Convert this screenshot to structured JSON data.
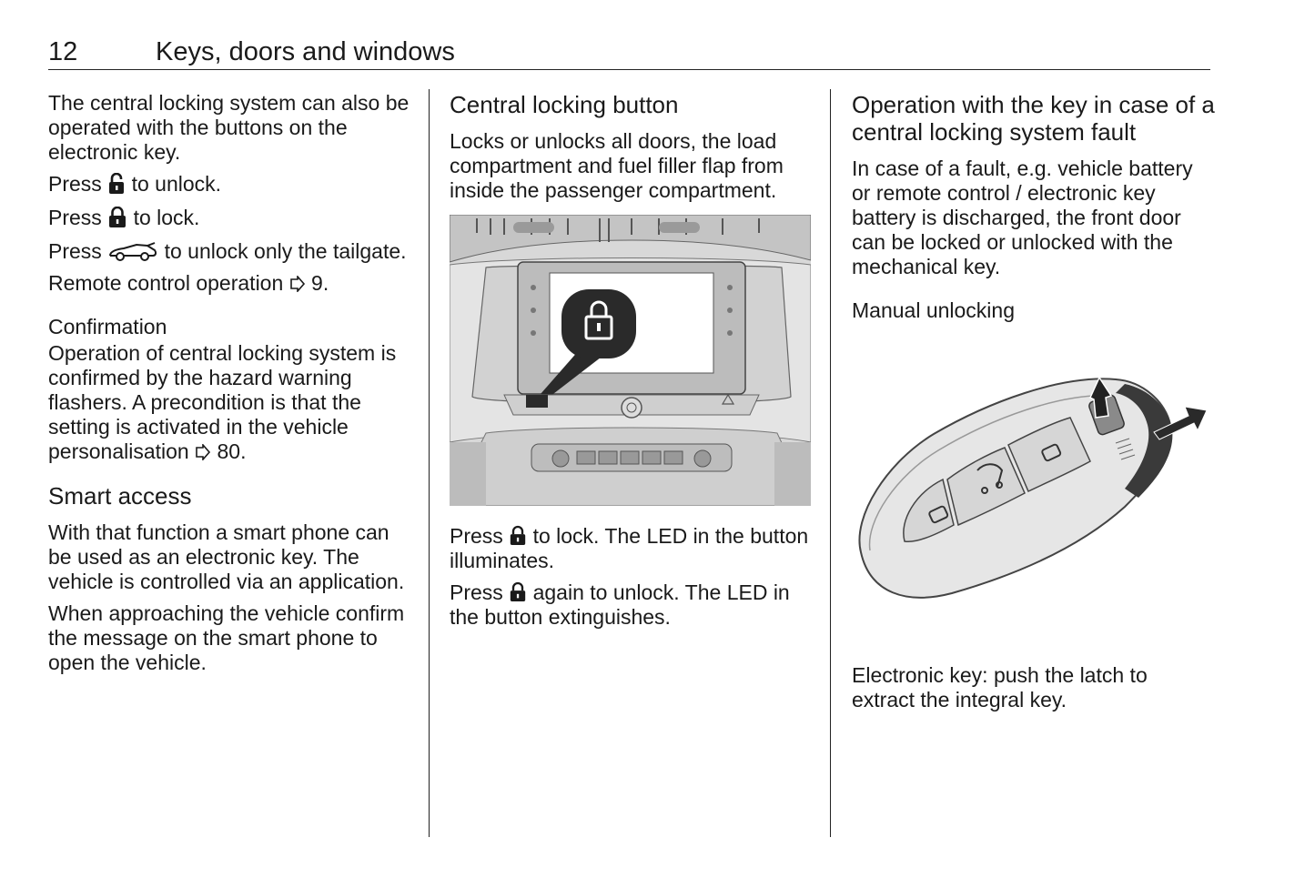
{
  "header": {
    "page_number": "12",
    "title": "Keys, doors and windows"
  },
  "col1": {
    "intro": "The central locking system can also be operated with the buttons on the electronic key.",
    "press": "Press",
    "unlock_suffix": "to unlock.",
    "lock_suffix": "to lock.",
    "tailgate_suffix": "to unlock only the tailgate.",
    "remote_text": "Remote control operation",
    "remote_ref": "9.",
    "confirmation_heading": "Confirmation",
    "confirmation_text": "Operation of central locking system is confirmed by the hazard warning flashers. A precondition is that the setting is activated in the vehicle personalisation",
    "confirmation_ref": "80.",
    "smart_access_heading": "Smart access",
    "smart_access_text1": "With that function a smart phone can be used as an electronic key. The vehicle is controlled via an application.",
    "smart_access_text2": "When approaching the vehicle confirm the message on the smart phone to open the vehicle."
  },
  "col2": {
    "heading": "Central locking button",
    "intro": "Locks or unlocks all doors, the load compartment and fuel filler flap from inside the passenger compartment.",
    "press": "Press",
    "lock_text": "to lock. The LED in the button illuminates.",
    "unlock_text": "again to unlock. The LED in the button extinguishes."
  },
  "col3": {
    "heading": "Operation with the key in case of a central locking system fault",
    "intro": "In case of a fault, e.g. vehicle battery or remote control / electronic key battery is discharged, the front door can be locked or unlocked with the mechanical key.",
    "manual_heading": "Manual unlocking",
    "caption": "Electronic key: push the latch to extract the integral key."
  },
  "icons": {
    "unlock": "padlock-open-icon",
    "lock": "padlock-closed-icon",
    "tailgate": "car-tailgate-icon",
    "xref": "cross-reference-arrow-icon"
  }
}
